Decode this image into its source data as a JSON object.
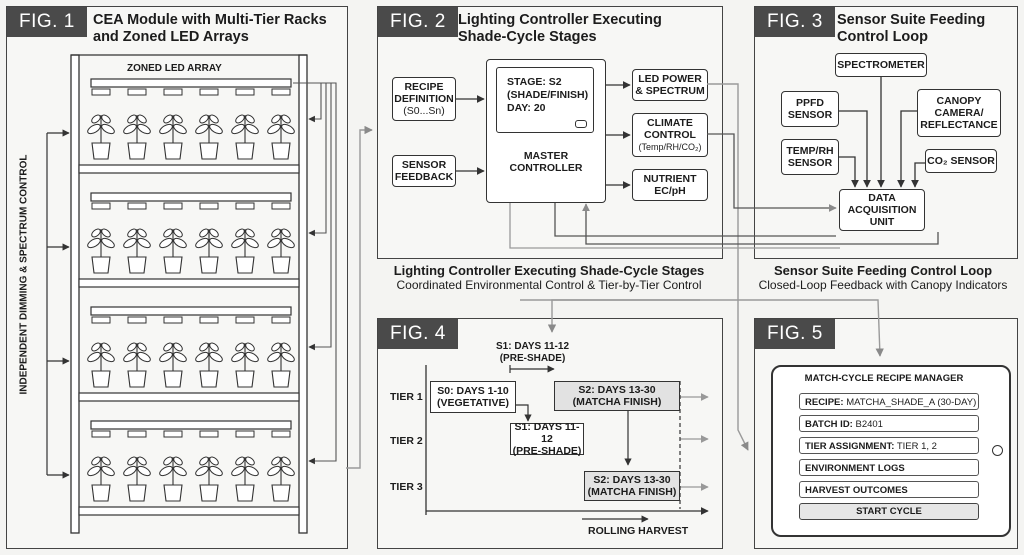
{
  "fig1": {
    "tag": "FIG. 1",
    "title_l1": "CEA Module with Multi-Tier Racks",
    "title_l2": "and Zoned LED Arrays",
    "led_label": "ZONED LED ARRAY",
    "side_label": "INDEPENDENT DIMMING & SPECTRUM CONTROL"
  },
  "fig2": {
    "tag": "FIG. 2",
    "title_l1": "Lighting Controller Executing",
    "title_l2": "Shade-Cycle Stages",
    "recipe_l1": "RECIPE",
    "recipe_l2": "DEFINITION",
    "recipe_l3": "(S0...Sn)",
    "sensor_l1": "SENSOR",
    "sensor_l2": "FEEDBACK",
    "screen_l1": "STAGE: S2",
    "screen_l2": "(SHADE/FINISH)",
    "screen_l3": "DAY: 20",
    "master_l1": "MASTER",
    "master_l2": "CONTROLLER",
    "led_l1": "LED POWER",
    "led_l2": "& SPECTRUM",
    "climate_l1": "CLIMATE",
    "climate_l2": "CONTROL",
    "climate_l3": "(Temp/RH/CO₂)",
    "nutrient_l1": "NUTRIENT",
    "nutrient_l2": "EC/pH",
    "caption_a": "Lighting Controller Executing Shade-Cycle Stages",
    "caption_b": "Coordinated Environmental Control & Tier-by-Tier Control"
  },
  "fig3": {
    "tag": "FIG. 3",
    "title_l1": "Sensor Suite Feeding",
    "title_l2": "Control Loop",
    "spectrometer": "SPECTROMETER",
    "ppfd_l1": "PPFD",
    "ppfd_l2": "SENSOR",
    "canopy_l1": "CANOPY",
    "canopy_l2": "CAMERA/",
    "canopy_l3": "REFLECTANCE",
    "temp_l1": "TEMP/RH",
    "temp_l2": "SENSOR",
    "co2": "CO₂ SENSOR",
    "daq_l1": "DATA",
    "daq_l2": "ACQUISITION",
    "daq_l3": "UNIT",
    "caption_a": "Sensor Suite Feeding Control Loop",
    "caption_b": "Closed-Loop Feedback with Canopy Indicators"
  },
  "fig4": {
    "tag": "FIG. 4",
    "tier1": "TIER 1",
    "tier2": "TIER 2",
    "tier3": "TIER 3",
    "s0_l1": "S0: DAYS 1-10",
    "s0_l2": "(VEGETATIVE)",
    "s1top_l1": "S1: DAYS 11-12",
    "s1top_l2": "(PRE-SHADE)",
    "s2a_l1": "S2: DAYS 13-30",
    "s2a_l2": "(MATCHA FINISH)",
    "s1b_l1": "S1: DAYS 11-12",
    "s1b_l2": "(PRE-SHADE)",
    "s2b_l1": "S2: DAYS 13-30",
    "s2b_l2": "(MATCHA FINISH)",
    "rolling": "ROLLING HARVEST"
  },
  "fig5": {
    "tag": "FIG. 5",
    "app_title": "MATCH-CYCLE RECIPE MANAGER",
    "recipe_label": "RECIPE:",
    "recipe_value": "MATCHA_SHADE_A (30-DAY)",
    "batch_label": "BATCH ID:",
    "batch_value": "B2401",
    "tier_label": "TIER ASSIGNMENT:",
    "tier_value": "TIER 1, 2",
    "env_logs": "ENVIRONMENT LOGS",
    "harvest": "HARVEST OUTCOMES",
    "start_button": "START CYCLE"
  }
}
